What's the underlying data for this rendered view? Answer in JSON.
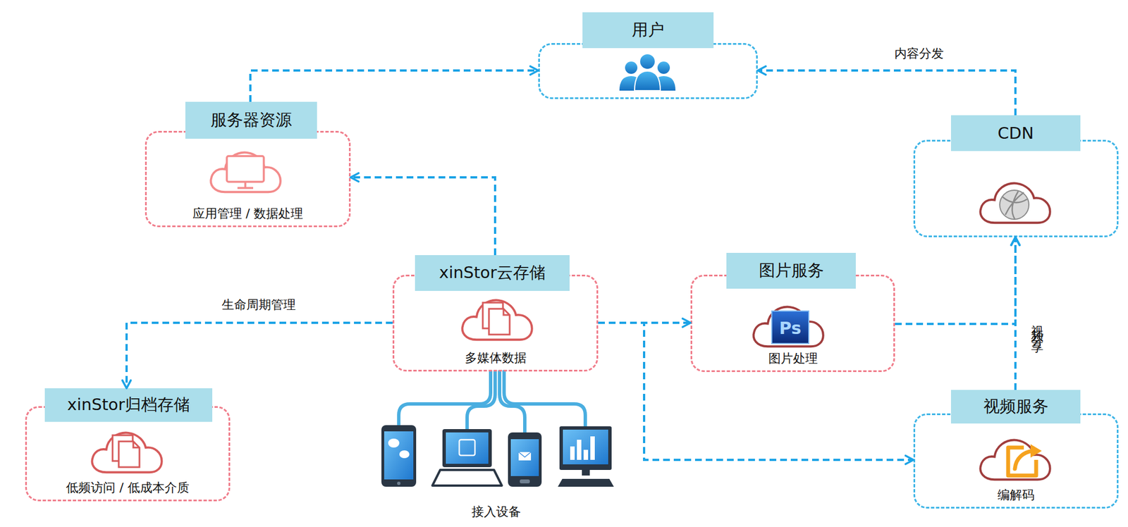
{
  "diagram": {
    "nodes": [
      {
        "text": [
          "用户"
        ]
      },
      {
        "text": [
          "服务器资源",
          "应用管理 / 数据处理"
        ]
      },
      {
        "text": [
          "CDN"
        ]
      },
      {
        "text": [
          "xinStor云存储",
          "多媒体数据"
        ]
      },
      {
        "text": [
          "图片服务",
          "图片处理"
        ]
      },
      {
        "text": [
          "xinStor归档存储",
          "低频访问 / 低成本介质"
        ]
      },
      {
        "text": [
          "视频服务",
          "编解码"
        ]
      }
    ],
    "edges": [
      {
        "from": 1,
        "to": 0,
        "arrow": "to"
      },
      {
        "from": 2,
        "to": 0,
        "label": "内容分发",
        "arrow": "to"
      },
      {
        "from": 3,
        "to": 1,
        "arrow": "to"
      },
      {
        "from": 3,
        "to": 5,
        "label": "生命周期管理",
        "arrow": "to"
      },
      {
        "from": 3,
        "to": 4,
        "arrow": "to"
      },
      {
        "from": 3,
        "to": 6,
        "arrow": "to"
      },
      {
        "from": 4,
        "to": 2,
        "arrow": "to"
      },
      {
        "from": 6,
        "to": 2,
        "label": "视频分享",
        "arrow": "to"
      }
    ],
    "labels": [
      "接入设备",
      "Ps"
    ]
  }
}
